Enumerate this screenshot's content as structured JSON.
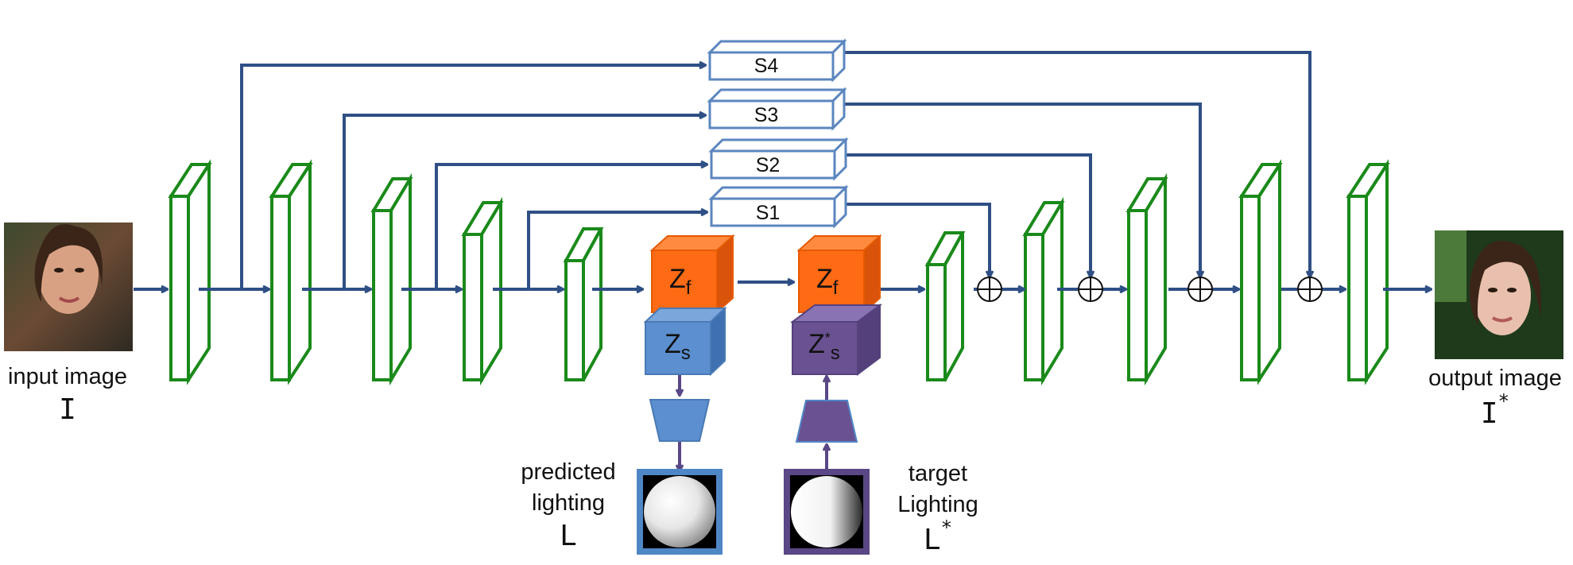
{
  "input": {
    "caption": "input image",
    "symbol": "I"
  },
  "output": {
    "caption": "output image",
    "symbol": "I",
    "symbol_sup": "*"
  },
  "skips": [
    {
      "name": "S1"
    },
    {
      "name": "S2"
    },
    {
      "name": "S3"
    },
    {
      "name": "S4"
    }
  ],
  "bottleneck": {
    "zf_left": {
      "base": "Z",
      "sub": "f"
    },
    "zs_left": {
      "base": "Z",
      "sub": "s"
    },
    "zf_right": {
      "base": "Z",
      "sub": "f"
    },
    "zs_right": {
      "base": "Z",
      "sub": "s",
      "sup": "*"
    }
  },
  "predicted": {
    "line1": "predicted",
    "line2": "lighting",
    "symbol": "L"
  },
  "target": {
    "line1": "target",
    "line2": "Lighting",
    "symbol": "L",
    "symbol_sup": "*"
  },
  "colors": {
    "arrow": "#2f4f85",
    "layer": "#1a8a1a",
    "skip_border": "#5b86bf",
    "zf": "#ff6a14",
    "zs": "#5b8fcf",
    "zs_star": "#6a5292",
    "purple_arrow": "#5a4785"
  }
}
